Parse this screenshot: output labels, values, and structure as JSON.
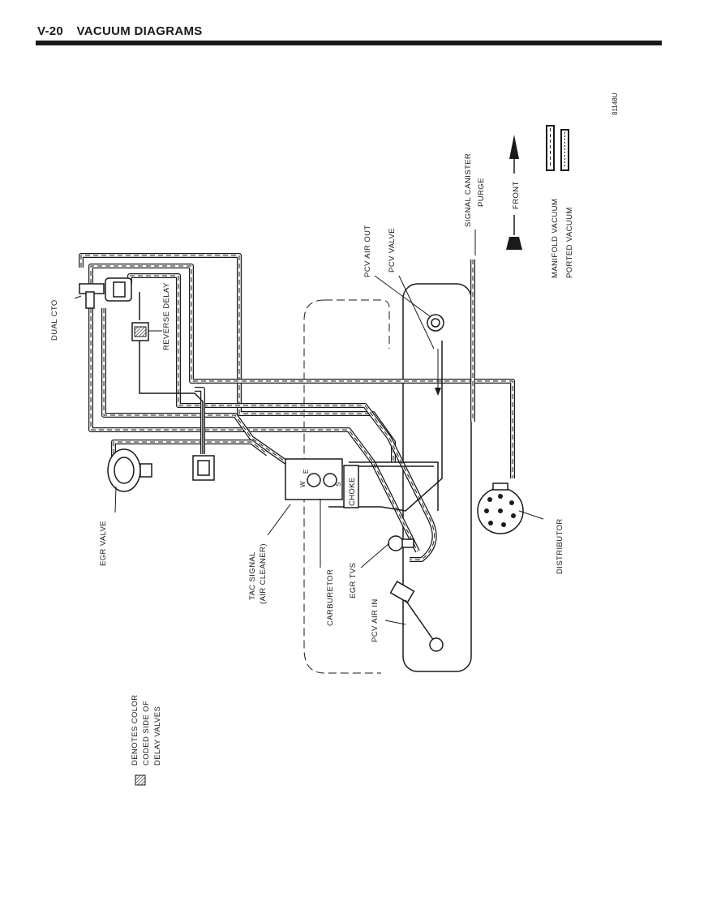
{
  "header": {
    "page_number": "V-20",
    "title": "VACUUM DIAGRAMS"
  },
  "figure_code": "81148U",
  "labels": {
    "dual_cto": "DUAL CTO",
    "reverse_delay": "REVERSE DELAY",
    "egr_valve": "EGR VALVE",
    "tac_signal_line1": "TAC SIGNAL",
    "tac_signal_line2": "(AIR CLEANER)",
    "carburetor": "CARBURETOR",
    "egr_tvs": "EGR TVS",
    "pcv_air_in": "PCV AIR IN",
    "pcv_air_out": "PCV AIR OUT",
    "pcv_valve": "PCV VALVE",
    "signal_canister_line1": "SIGNAL CANISTER",
    "signal_canister_line2": "PURGE",
    "distributor": "DISTRIBUTOR",
    "front": "FRONT",
    "choke": "CHOKE",
    "port_e": "E",
    "port_w": "W",
    "port_s": "S"
  },
  "legend": {
    "manifold_vacuum": "MANIFOLD VACUUM",
    "ported_vacuum": "PORTED VACUUM",
    "delay_note_line1": "DENOTES COLOR",
    "delay_note_line2": "CODED SIDE OF",
    "delay_note_line3": "DELAY VALVES"
  }
}
